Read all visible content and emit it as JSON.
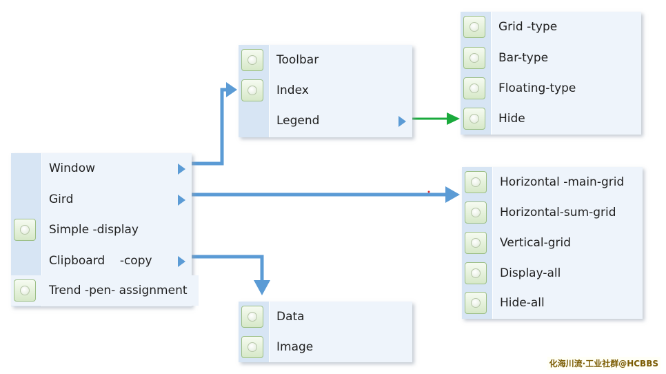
{
  "menus": {
    "main": {
      "items": [
        {
          "label": "Window",
          "submenu": true
        },
        {
          "label": "Gird",
          "submenu": true
        },
        {
          "label": "Simple -display",
          "check": true
        },
        {
          "label": "Clipboard    -copy",
          "submenu": true
        },
        {
          "label": "Trend -pen- assignment",
          "check": true
        }
      ]
    },
    "window": {
      "items": [
        {
          "label": "Toolbar",
          "check": true
        },
        {
          "label": "Index",
          "check": true
        },
        {
          "label": "Legend",
          "submenu": true
        }
      ]
    },
    "legend": {
      "items": [
        {
          "label": "Grid -type",
          "check": true
        },
        {
          "label": "Bar-type",
          "check": true
        },
        {
          "label": "Floating-type",
          "check": true
        },
        {
          "label": "Hide",
          "check": true
        }
      ]
    },
    "grid": {
      "items": [
        {
          "label": "Horizontal -main-grid",
          "check": true
        },
        {
          "label": "Horizontal-sum-grid",
          "check": true
        },
        {
          "label": "Vertical-grid",
          "check": true
        },
        {
          "label": "Display-all",
          "check": true
        },
        {
          "label": "Hide-all",
          "check": true
        }
      ]
    },
    "clipboard": {
      "items": [
        {
          "label": "Data",
          "check": true
        },
        {
          "label": "Image",
          "check": true
        }
      ]
    }
  },
  "colors": {
    "menu_bg": "#eef4fb",
    "gutter": "#d7e5f4",
    "blue_arrow": "#5b9bd5",
    "green_arrow": "#1aaa3c"
  },
  "watermark": "化海川流·工业社群@HCBBS"
}
